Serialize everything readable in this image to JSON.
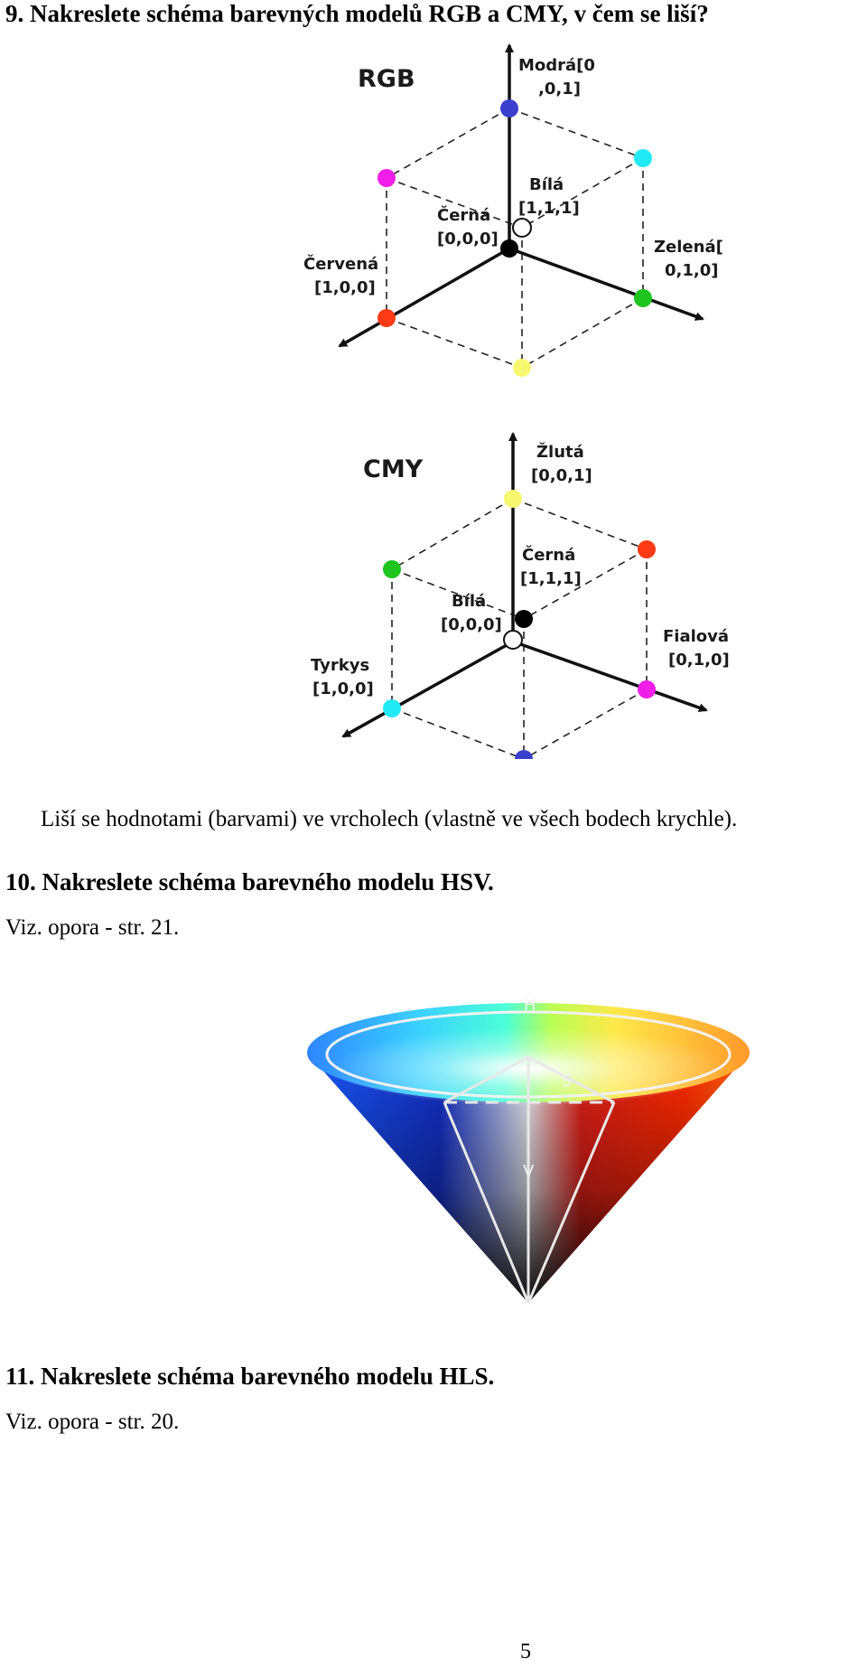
{
  "headings": {
    "q9": "9. Nakreslete schéma barevných modelů RGB a CMY, v čem se liší?",
    "q10": "10. Nakreslete schéma barevného modelu HSV.",
    "q11": "11. Nakreslete schéma barevného modelu HLS."
  },
  "paragraphs": {
    "difference": "Liší se hodnotami (barvami) ve vrcholech (vlastně ve všech bodech krychle).",
    "hsv_ref": "Viz. opora - str. 21.",
    "hls_ref": "Viz. opora - str. 20."
  },
  "rgb": {
    "title": "RGB",
    "labels": {
      "blue_a": "Modrá[0",
      "blue_b": ",0,1]",
      "white_a": "Bílá",
      "white_b": "[1,1,1]",
      "black_a": "Černá",
      "black_b": "[0,0,0]",
      "red_a": "Červená",
      "red_b": "[1,0,0]",
      "green_a": "Zelená[",
      "green_b": "0,1,0]"
    }
  },
  "cmy": {
    "title": "CMY",
    "labels": {
      "yellow_a": "Žlutá",
      "yellow_b": "[0,0,1]",
      "black_a": "Černá",
      "black_b": "[1,1,1]",
      "white_a": "Bílá",
      "white_b": "[0,0,0]",
      "cyan_a": "Tyrkys",
      "cyan_b": "[1,0,0]",
      "magenta_a": "Fialová",
      "magenta_b": "[0,1,0]"
    }
  },
  "hsv": {
    "h": "H",
    "s": "S",
    "v": "V"
  },
  "colors": {
    "blue": "#3a3fcc",
    "cyan": "#22eaf4",
    "magenta": "#f01ee8",
    "red": "#ff3a14",
    "green": "#1fc41f",
    "yellow": "#f8f870",
    "black": "#000000",
    "white": "#ffffff"
  },
  "page_number": "5"
}
